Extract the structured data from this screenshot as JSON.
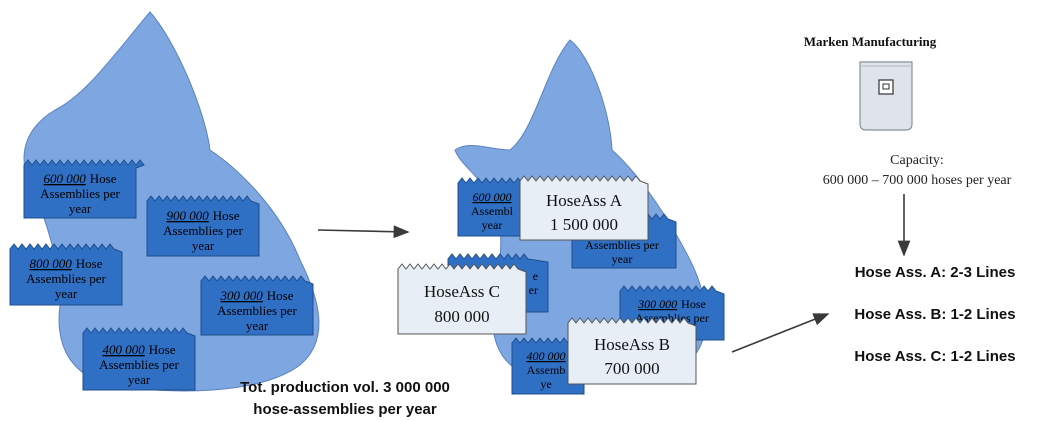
{
  "left_group": {
    "cards": [
      {
        "amount": "600 000",
        "lines": [
          "Hose",
          "Assemblies per",
          "year"
        ]
      },
      {
        "amount": "900 000",
        "lines": [
          "Hose",
          "Assemblies per",
          "year"
        ]
      },
      {
        "amount": "800 000",
        "lines": [
          "Hose",
          "Assemblies per",
          "year"
        ]
      },
      {
        "amount": "300 000",
        "lines": [
          "Hose",
          "Assemblies per",
          "year"
        ]
      },
      {
        "amount": "400 000",
        "lines": [
          "Hose",
          "Assemblies per",
          "year"
        ]
      }
    ],
    "total_line1": "Tot. production vol. 3 000 000",
    "total_line2": "hose-assemblies per year"
  },
  "middle_group": {
    "back_cards": [
      {
        "amount": "600 000",
        "line2": "Assembl",
        "line3": "year"
      },
      {
        "amount": "",
        "line2": "Assemblies per",
        "line3": "year"
      },
      {
        "amount": "",
        "line2": "e",
        "line3": "er"
      },
      {
        "amount": "300 000",
        "line2": "Hose",
        "line3": "Assemblies per"
      },
      {
        "amount": "400 000",
        "line2": "Assemb",
        "line3": "ye"
      }
    ],
    "labels": [
      {
        "name": "HoseAss A",
        "value": "1 500 000"
      },
      {
        "name": "HoseAss C",
        "value": "800 000"
      },
      {
        "name": "HoseAss B",
        "value": "700 000"
      }
    ]
  },
  "manufacturer": {
    "title": "Marken Manufacturing",
    "capacity_label": "Capacity:",
    "capacity_value": "600 000 – 700 000 hoses per year",
    "icon": "machine-icon"
  },
  "lines": [
    "Hose Ass. A: 2-3 Lines",
    "Hose Ass. B: 1-2 Lines",
    "Hose Ass. C: 1-2 Lines"
  ],
  "colors": {
    "blob": "#7ea6e0",
    "card": "#2f6fc4",
    "card_border": "#1f4e8c",
    "label_bg": "#e8eef6"
  }
}
